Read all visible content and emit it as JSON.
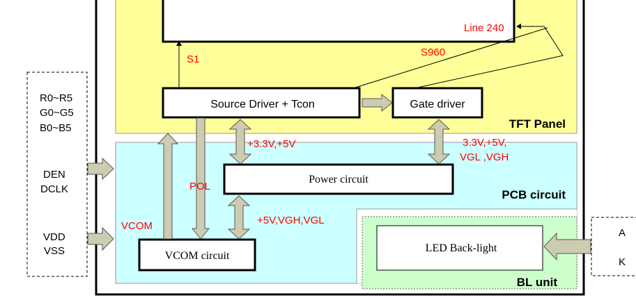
{
  "colors": {
    "panel_fill": "#ffff99",
    "pcb_fill": "#ccffff",
    "bl_fill": "#ccffcc",
    "arrow_fill": "#ccccb0",
    "red_text": "#ff0000",
    "black": "#000000"
  },
  "left_signals": {
    "rgb": [
      "R0~R5",
      "G0~G5",
      "B0~B5"
    ],
    "den": "DEN",
    "dclk": "DCLK",
    "vdd": "VDD",
    "vss": "VSS"
  },
  "right_signals": {
    "a": "A",
    "k": "K"
  },
  "panel": {
    "title": "TFT Panel",
    "source_driver": "Source Driver + Tcon",
    "gate_driver": "Gate driver",
    "s1": "S1",
    "s960": "S960",
    "line240": "Line 240"
  },
  "pcb": {
    "title": "PCB circuit",
    "power_circuit": "Power circuit",
    "vcom_circuit": "VCOM circuit",
    "vcom_label": "VCOM",
    "pol_label": "POL",
    "voltage_source": "+3.3V,+5V",
    "voltage_gate_line1": "3.3V,+5V,",
    "voltage_gate_line2": "VGL ,VGH",
    "voltage_vcom": "+5V,VGH,VGL"
  },
  "bl": {
    "title": "BL unit",
    "led": "LED Back-light"
  }
}
